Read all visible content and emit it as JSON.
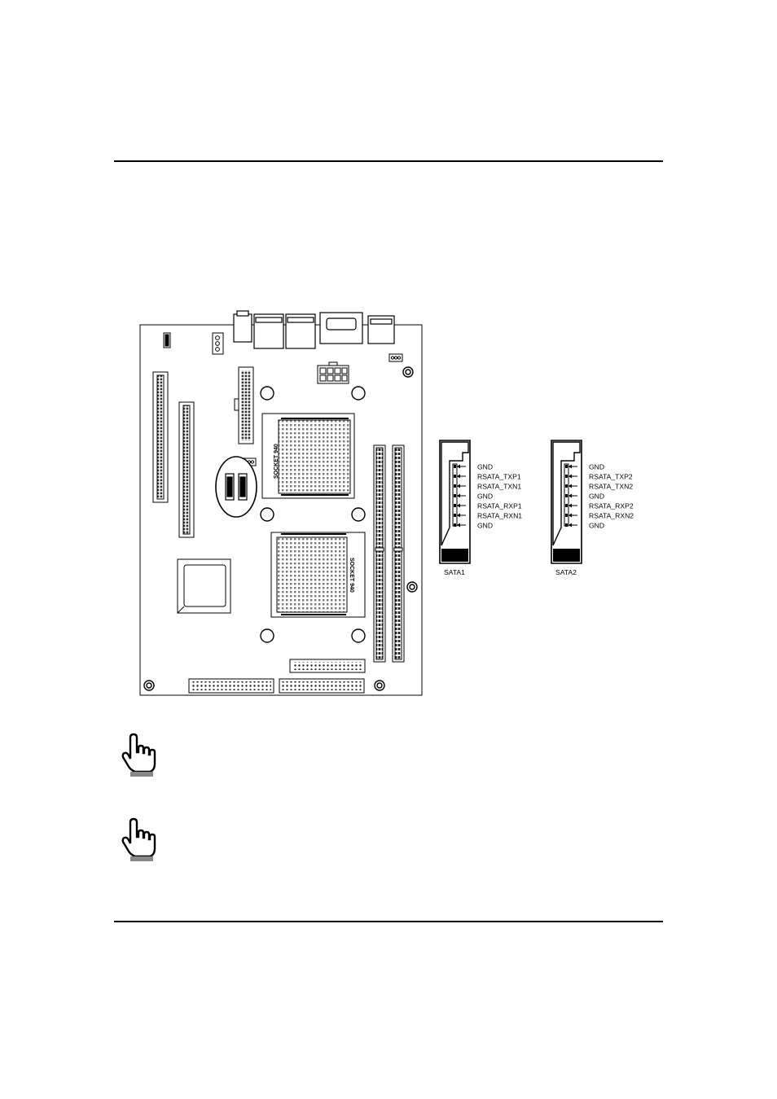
{
  "diagram": {
    "socket_label_top": "SOCKET 940",
    "socket_label_bottom": "SOCKET 940",
    "connectors": [
      {
        "name": "SATA1",
        "pins": [
          "GND",
          "RSATA_TXP1",
          "RSATA_TXN1",
          "GND",
          "RSATA_RXP1",
          "RSATA_RXN1",
          "GND"
        ]
      },
      {
        "name": "SATA2",
        "pins": [
          "GND",
          "RSATA_TXP2",
          "RSATA_TXN2",
          "GND",
          "RSATA_RXP2",
          "RSATA_RXN2",
          "GND"
        ]
      }
    ]
  },
  "notes": [
    {
      "icon": "pointing-hand-icon"
    },
    {
      "icon": "pointing-hand-icon"
    }
  ]
}
